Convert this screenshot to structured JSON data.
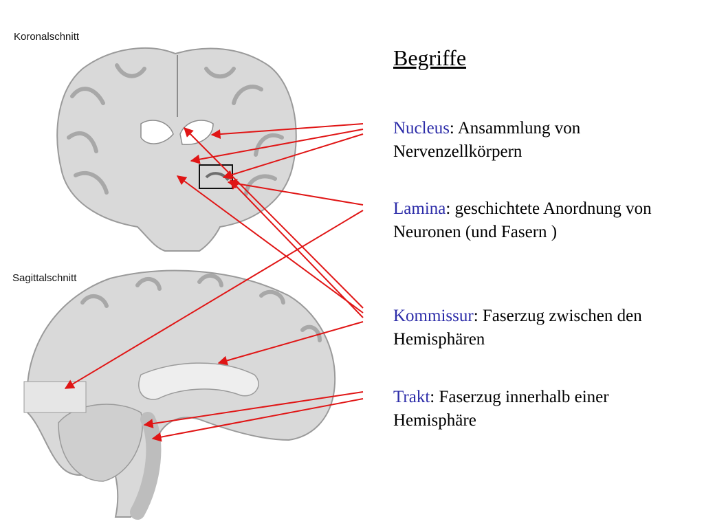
{
  "views": {
    "coronal_label": "Koronalschnitt",
    "sagittal_label": "Sagittalschnitt"
  },
  "glossary": {
    "title": "Begriffe",
    "terms": [
      {
        "keyword": "Nucleus",
        "definition": ": Ansammlung von Nervenzellkörpern"
      },
      {
        "keyword": "Lamina",
        "definition": ": geschichtete Anordnung von Neuronen (und Fasern )"
      },
      {
        "keyword": "Kommissur",
        "definition": ": Faserzug zwischen den Hemisphären"
      },
      {
        "keyword": "Trakt",
        "definition": ": Faserzug innerhalb einer Hemisphäre"
      }
    ]
  },
  "colors": {
    "arrow": "#e01515",
    "keyword": "#2b2ba8",
    "brain_fill": "#d9d9d9",
    "brain_stroke": "#9a9a9a"
  }
}
